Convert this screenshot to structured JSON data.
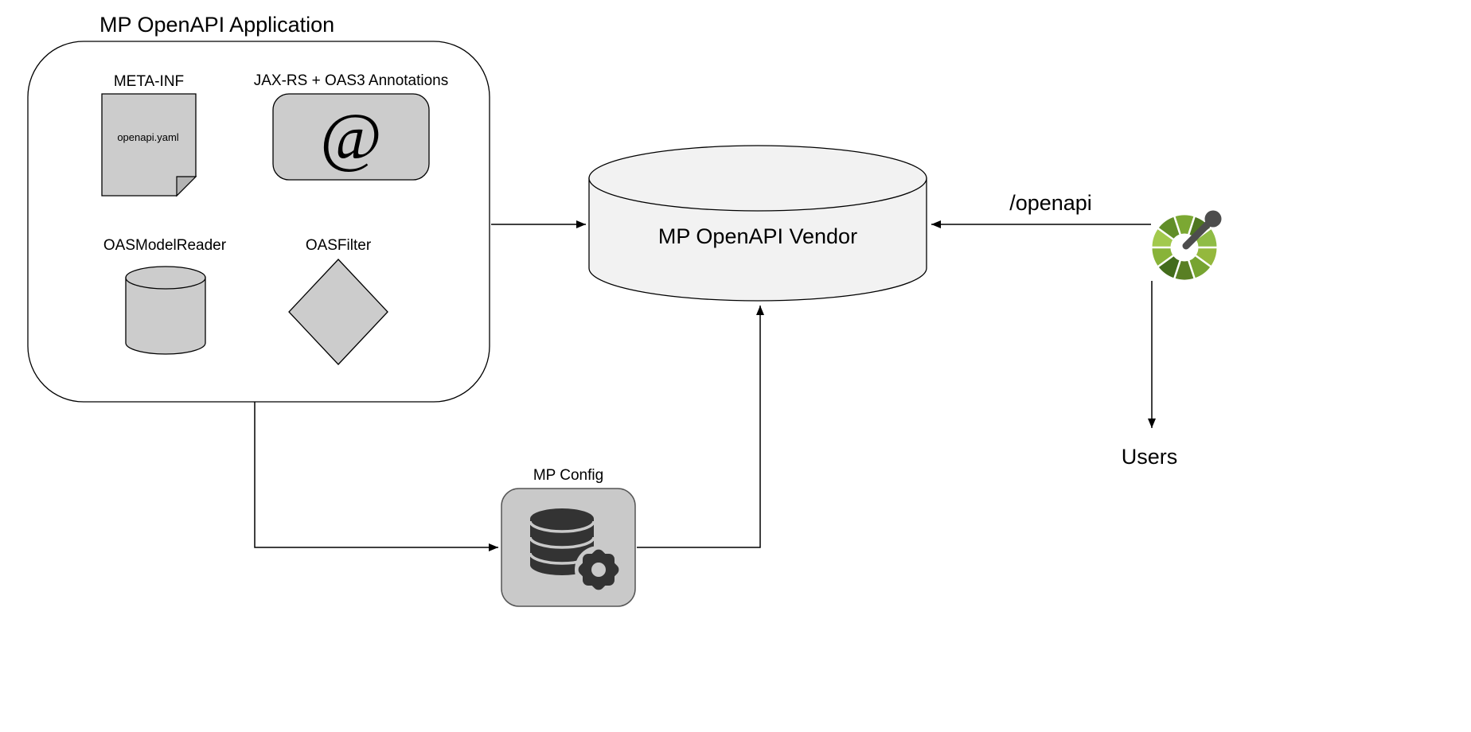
{
  "diagram": {
    "app": {
      "title": "MP OpenAPI Application",
      "meta_inf": {
        "label": "META-INF",
        "file_name": "openapi.yaml"
      },
      "annotations": {
        "label": "JAX-RS + OAS3 Annotations",
        "symbol": "@"
      },
      "model_reader": {
        "label": "OASModelReader"
      },
      "filter": {
        "label": "OASFilter"
      }
    },
    "vendor": {
      "label": "MP OpenAPI Vendor"
    },
    "config": {
      "label": "MP Config"
    },
    "endpoint": {
      "label": "/openapi"
    },
    "users": {
      "label": "Users"
    },
    "colors": {
      "shape_fill": "#cccccc",
      "vendor_fill": "#f2f2f2",
      "dark_icon": "#333333",
      "logo_handle": "#4d4d4d",
      "logo_greens": [
        "#94b83d",
        "#77a431",
        "#597f24",
        "#436c1c",
        "#88b339",
        "#a2c94d",
        "#628e28",
        "#7ba832",
        "#4e7620",
        "#8fbc45"
      ]
    },
    "icons": {
      "config_icon": "database-gear-icon",
      "users_icon": "openapi-logo-icon"
    }
  }
}
